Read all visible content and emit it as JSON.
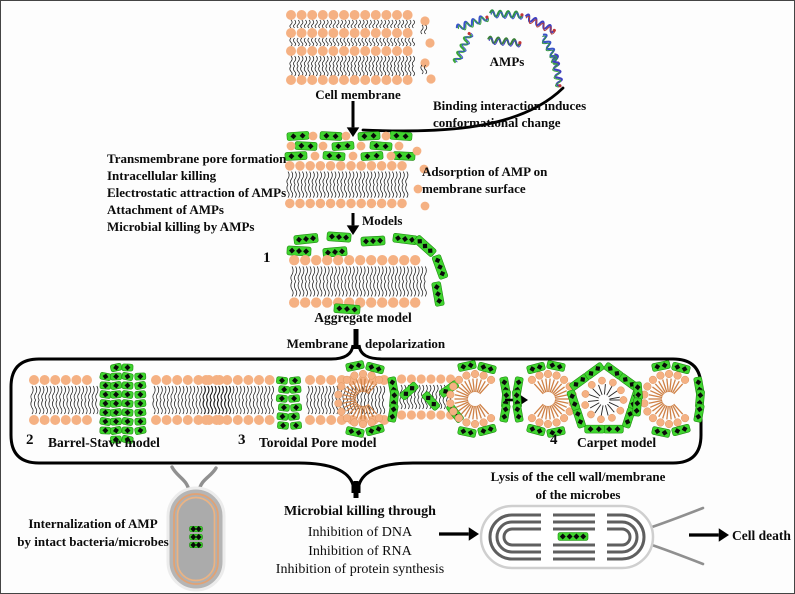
{
  "colors": {
    "head": "#F5B183",
    "head_edge": "#DE9660",
    "amp_green": "#3FD42E",
    "amp_green_edge": "#1E8A10",
    "tail_black": "#1B1B1B",
    "tail_orange": "#CF8146",
    "outline": "#000000",
    "bacterium_body": "#B5B5B5",
    "bacterium_ring": "#E2A273",
    "membrane_gray": "#5F5F5F",
    "flagella_gray": "#909090"
  },
  "top": {
    "cell_membrane_label": "Cell membrane",
    "amps_label": "AMPs",
    "binding_line1": "Binding interaction induces",
    "binding_line2": "conformational change"
  },
  "middle": {
    "mechanisms": [
      "Transmembrane pore formation",
      "Intracellular killing",
      "Electrostatic attraction of AMPs",
      "Attachment of  AMPs",
      "Microbial killing by AMPs"
    ],
    "adsorption_line1": "Adsorption of  AMP on",
    "adsorption_line2": "membrane surface",
    "models_label": "Models",
    "aggregate_number": "1",
    "aggregate_label": "Aggregate model",
    "depolarization_left": "Membrane",
    "depolarization_right": "depolarization"
  },
  "models_box": {
    "barrel_number": "2",
    "barrel_label": "Barrel-Stave model",
    "toroidal_number": "3",
    "toroidal_label": "Toroidal Pore model",
    "carpet_number": "4",
    "carpet_label": "Carpet model"
  },
  "bottom": {
    "internalization_line1": "Internalization of AMP",
    "internalization_line2": "by intact bacteria/microbes",
    "killing_title": "Microbial killing through",
    "killing_items": [
      "Inhibition of DNA",
      "Inhibition of RNA",
      "Inhibition of protein synthesis"
    ],
    "lysis_line1": "Lysis of the cell wall/membrane",
    "lysis_line2": "of the microbes",
    "cell_death_label": "Cell death"
  }
}
